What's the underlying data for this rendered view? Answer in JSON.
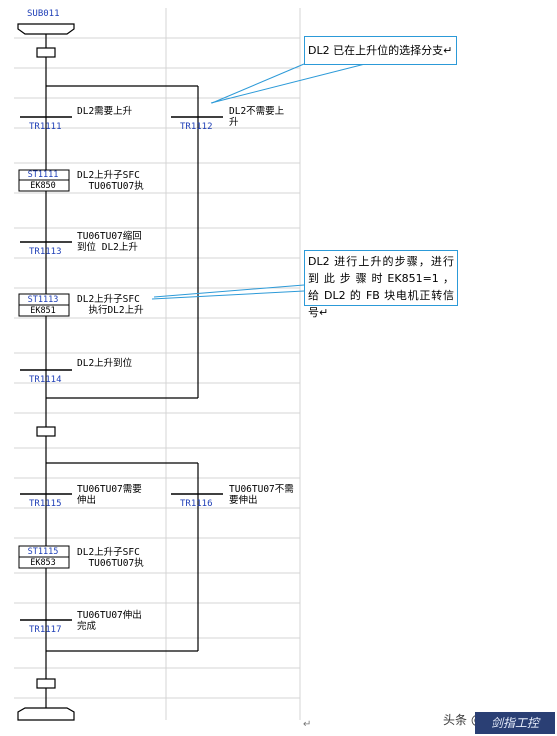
{
  "diagram": {
    "start_label": "SUB011",
    "transitions": [
      {
        "id": "TR1111",
        "text": "DL2需要上升"
      },
      {
        "id": "TR1112",
        "text": "DL2不需要上\n升"
      },
      {
        "id": "TR1113",
        "text": "TU06TU07缩回\n到位 DL2上升"
      },
      {
        "id": "TR1114",
        "text": "DL2上升到位"
      },
      {
        "id": "TR1115",
        "text": "TU06TU07需要\n伸出"
      },
      {
        "id": "TR1116",
        "text": "TU06TU07不需\n要伸出"
      },
      {
        "id": "TR1117",
        "text": "TU06TU07伸出\n完成"
      }
    ],
    "steps": [
      {
        "id": "ST1111",
        "signal": "EK850",
        "text": "DL2上升子SFC\n  TU06TU07执"
      },
      {
        "id": "ST1113",
        "signal": "EK851",
        "text": "DL2上升子SFC\n  执行DL2上升"
      },
      {
        "id": "ST1115",
        "signal": "EK853",
        "text": "DL2上升子SFC\n  TU06TU07执"
      }
    ]
  },
  "annotations": [
    {
      "text": "DL2 已在上升位的选择分支↵"
    },
    {
      "text": "DL2  进行上升的步骤，进行到 此 步 骤 时 EK851=1 ， 给 DL2 的 FB 块电机正转信号↵"
    }
  ],
  "paragraph_mark": "↵",
  "watermark": {
    "text": "头条 @剑指工控",
    "logo": "剑指工控"
  }
}
